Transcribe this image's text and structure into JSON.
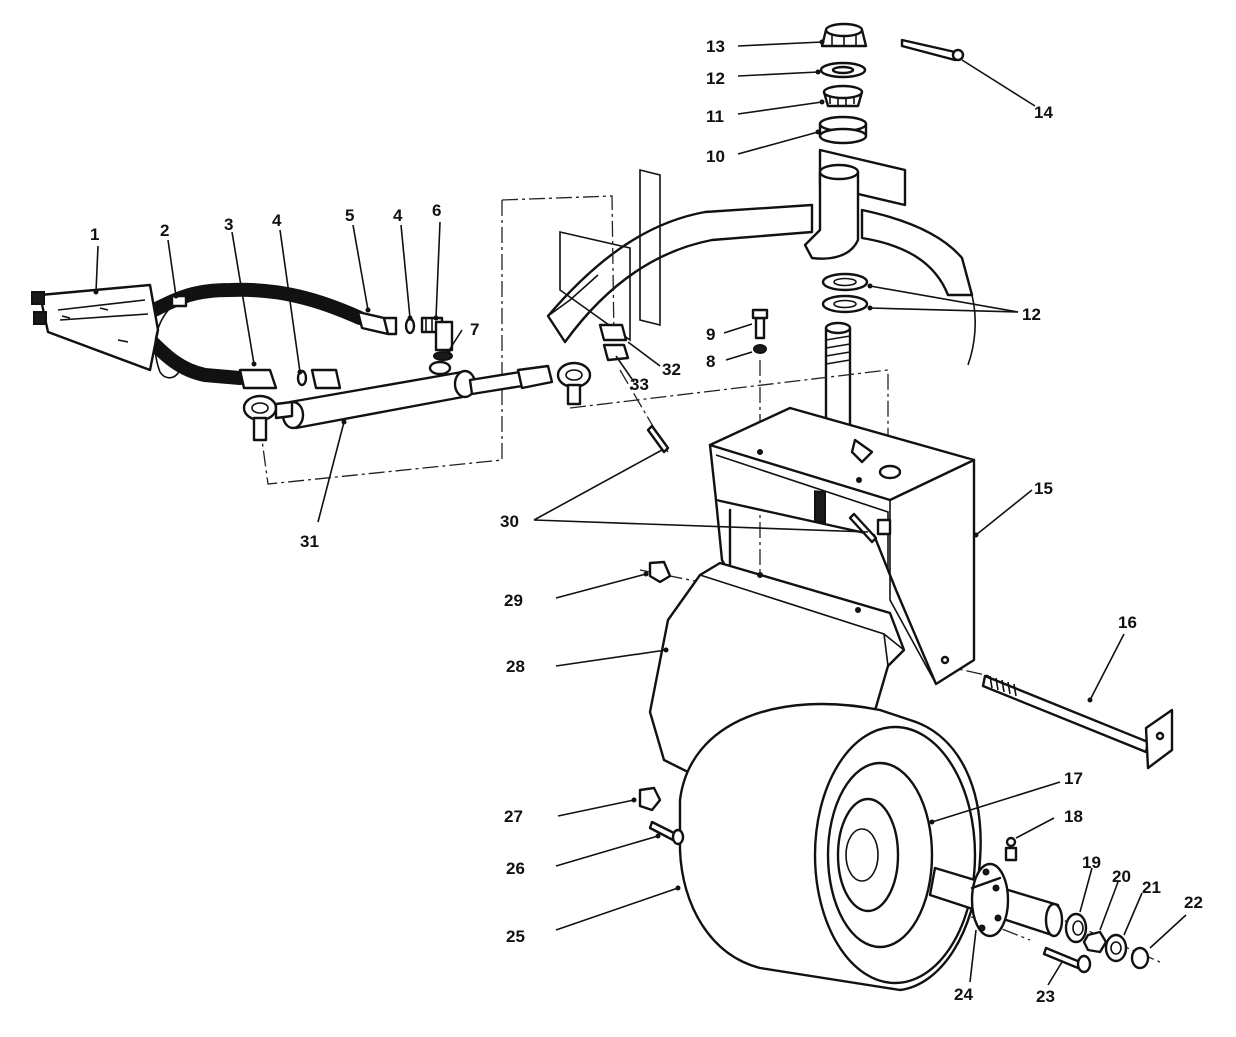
{
  "callouts": [
    {
      "id": "c1",
      "text": "1"
    },
    {
      "id": "c2",
      "text": "2"
    },
    {
      "id": "c3",
      "text": "3"
    },
    {
      "id": "c4a",
      "text": "4"
    },
    {
      "id": "c5",
      "text": "5"
    },
    {
      "id": "c4b",
      "text": "4"
    },
    {
      "id": "c6",
      "text": "6"
    },
    {
      "id": "c7",
      "text": "7"
    },
    {
      "id": "c8",
      "text": "8"
    },
    {
      "id": "c9",
      "text": "9"
    },
    {
      "id": "c10",
      "text": "10"
    },
    {
      "id": "c11",
      "text": "11"
    },
    {
      "id": "c12a",
      "text": "12"
    },
    {
      "id": "c12b",
      "text": "12"
    },
    {
      "id": "c13",
      "text": "13"
    },
    {
      "id": "c14",
      "text": "14"
    },
    {
      "id": "c15",
      "text": "15"
    },
    {
      "id": "c16",
      "text": "16"
    },
    {
      "id": "c17",
      "text": "17"
    },
    {
      "id": "c18",
      "text": "18"
    },
    {
      "id": "c19",
      "text": "19"
    },
    {
      "id": "c20",
      "text": "20"
    },
    {
      "id": "c21",
      "text": "21"
    },
    {
      "id": "c22",
      "text": "22"
    },
    {
      "id": "c23",
      "text": "23"
    },
    {
      "id": "c24",
      "text": "24"
    },
    {
      "id": "c25",
      "text": "25"
    },
    {
      "id": "c26",
      "text": "26"
    },
    {
      "id": "c27",
      "text": "27"
    },
    {
      "id": "c28",
      "text": "28"
    },
    {
      "id": "c29",
      "text": "29"
    },
    {
      "id": "c30",
      "text": "30"
    },
    {
      "id": "c31",
      "text": "31"
    },
    {
      "id": "c32",
      "text": "32"
    },
    {
      "id": "c33",
      "text": "33"
    }
  ]
}
